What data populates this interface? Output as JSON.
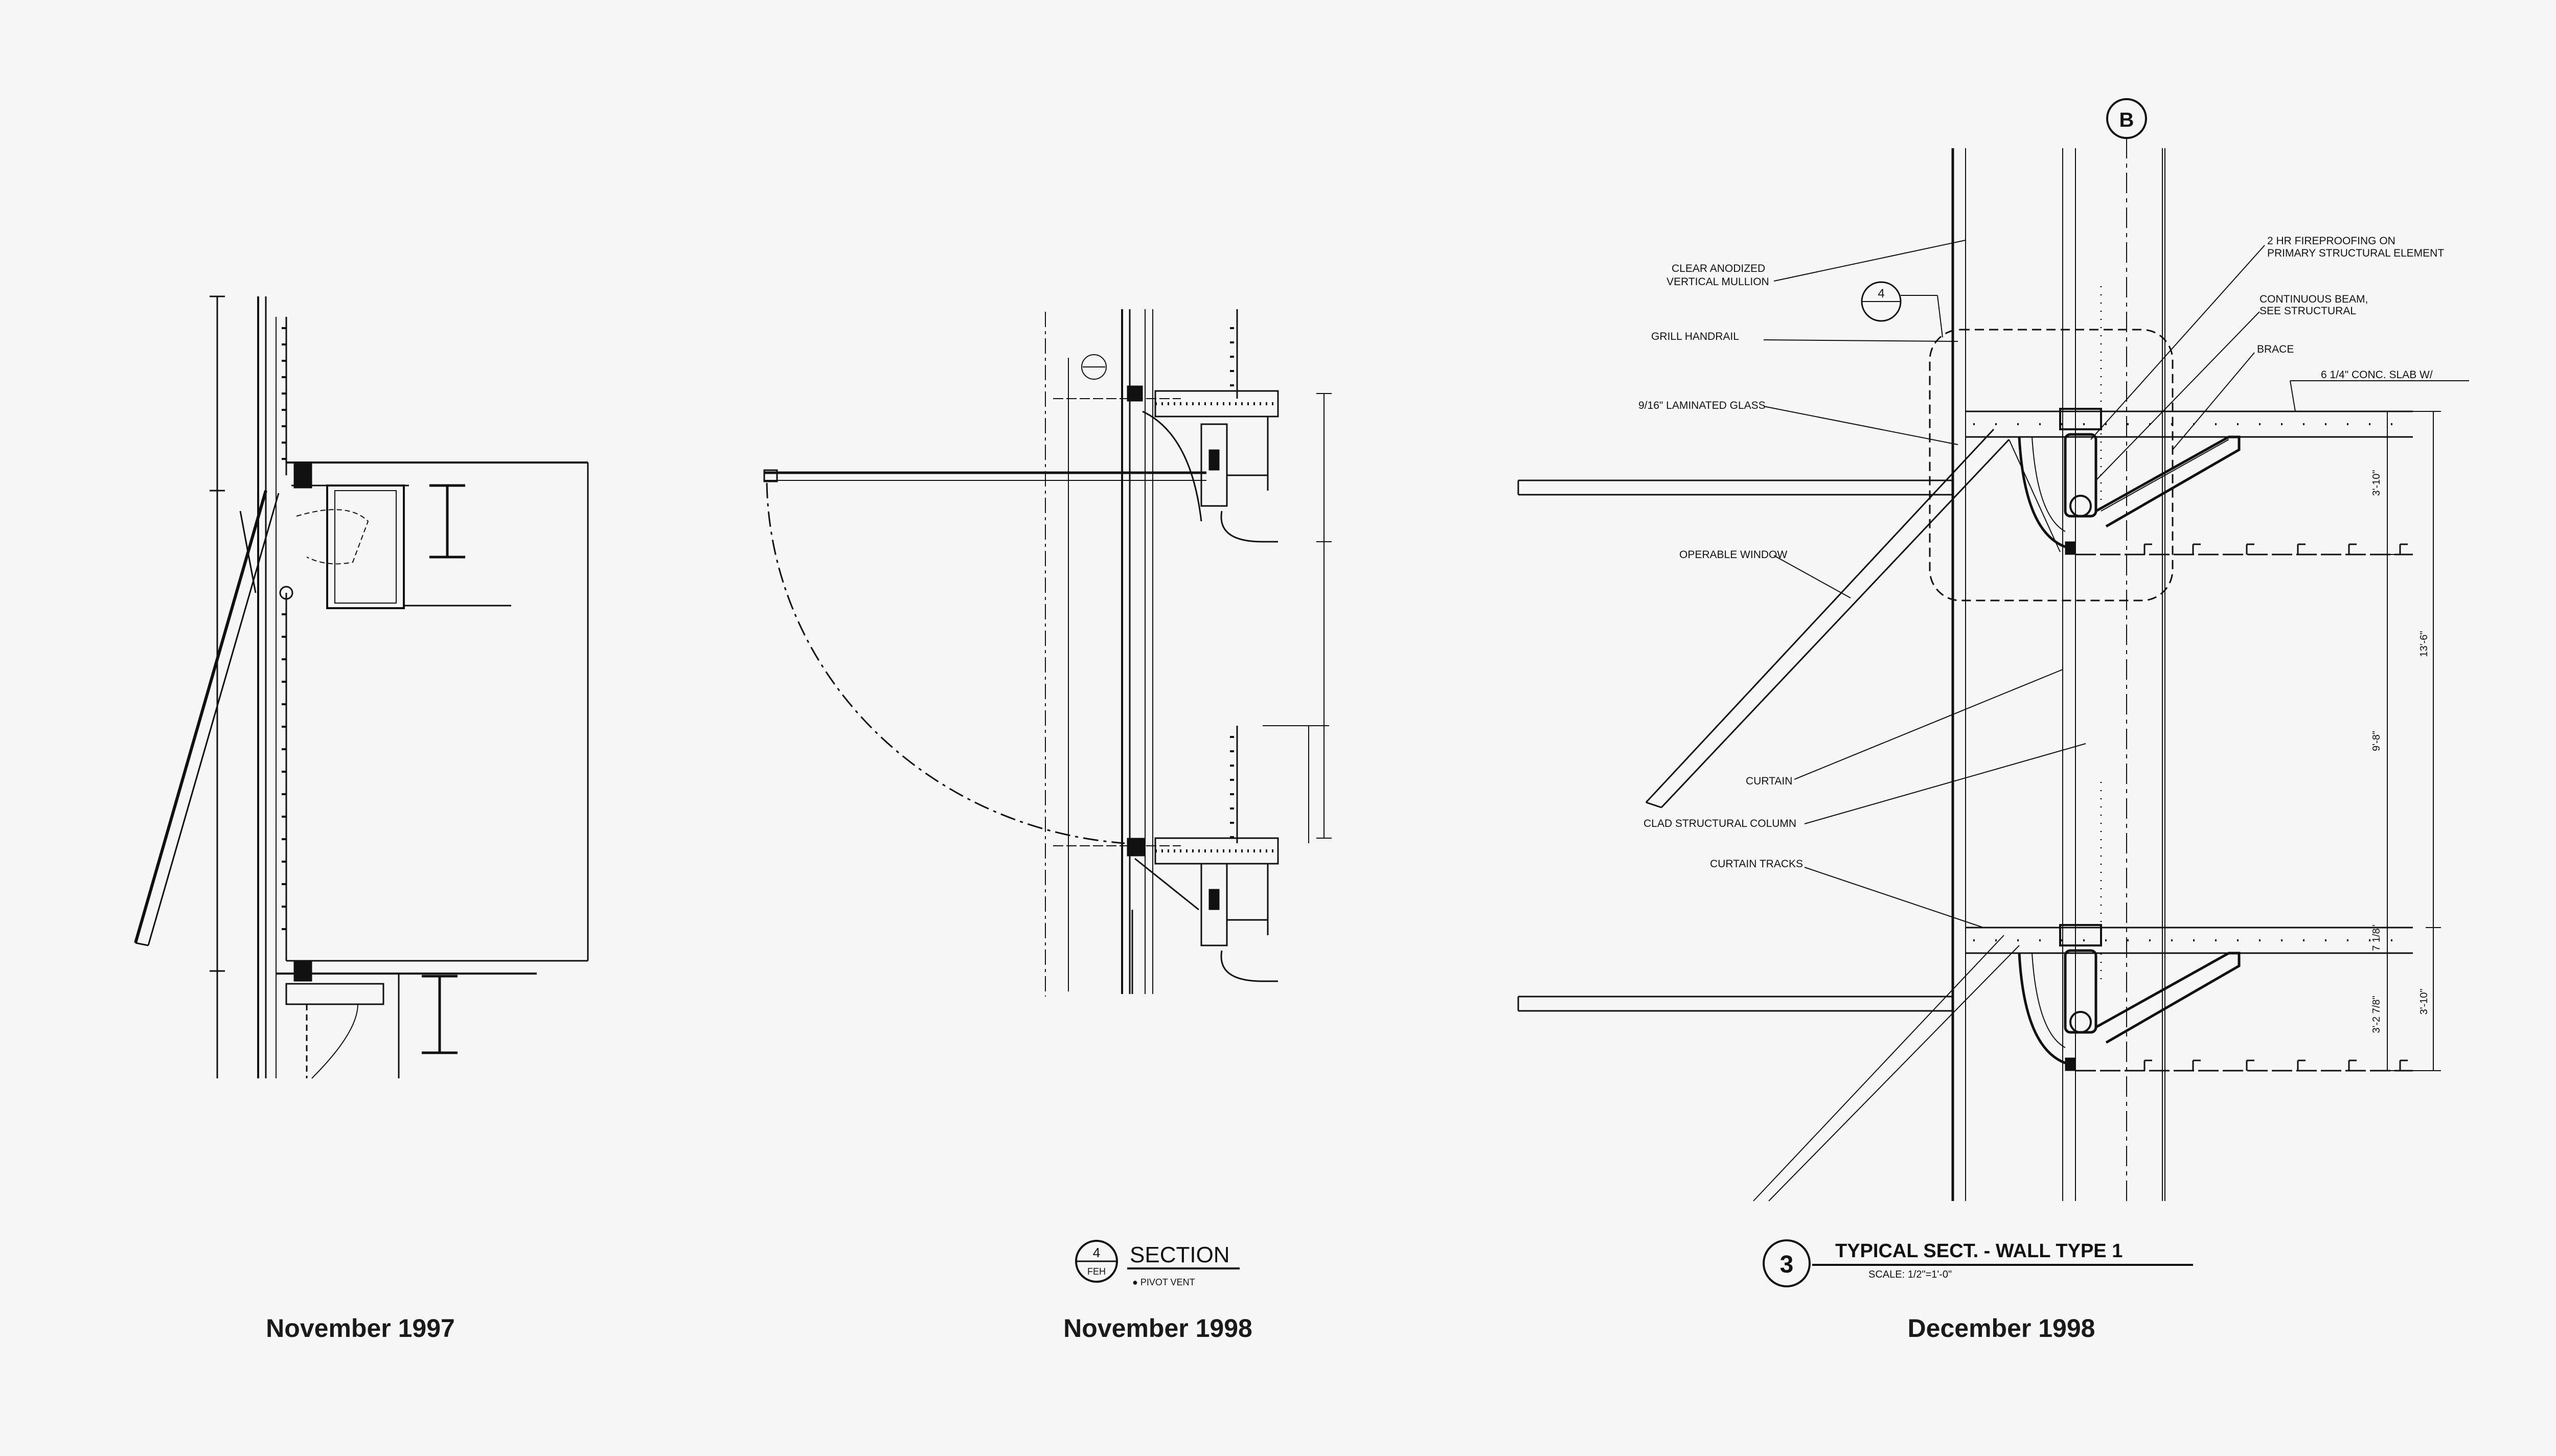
{
  "captions": {
    "left_date": "November 1997",
    "middle_date": "November 1998",
    "right_date": "December 1998"
  },
  "middle_drawing": {
    "detail_number": "4",
    "sheet_ref": "FEH",
    "title": "SECTION",
    "subtitle": "● PIVOT VENT"
  },
  "right_drawing": {
    "grid_bubble": "B",
    "detail_bubble_top": "4",
    "detail_number": "3",
    "title": "TYPICAL SECT. - WALL TYPE 1",
    "scale": "SCALE: 1/2\"=1'-0\"",
    "labels": {
      "clear_mullion_1": "CLEAR ANODIZED",
      "clear_mullion_2": "VERTICAL MULLION",
      "grill_handrail": "GRILL HANDRAIL",
      "laminated_glass": "9/16\" LAMINATED GLASS",
      "operable_window": "OPERABLE WINDOW",
      "curtain": "CURTAIN",
      "clad_column": "CLAD STRUCTURAL COLUMN",
      "curtain_tracks": "CURTAIN TRACKS",
      "fireproofing_1": "2 HR FIREPROOFING ON",
      "fireproofing_2": "PRIMARY STRUCTURAL ELEMENT",
      "beam_1": "CONTINUOUS BEAM,",
      "beam_2": "SEE STRUCTURAL",
      "brace": "BRACE",
      "slab": "6 1/4\" CONC. SLAB W/"
    },
    "dimensions": {
      "d1": "3'-10\"",
      "d2": "9'-8\"",
      "d3": "13'-6\"",
      "d4": "7 1/8\"",
      "d5": "3'-2 7/8\"",
      "d6": "3'-10\""
    }
  },
  "colors": {
    "paper": "#f7f7f7",
    "ink": "#111111"
  }
}
